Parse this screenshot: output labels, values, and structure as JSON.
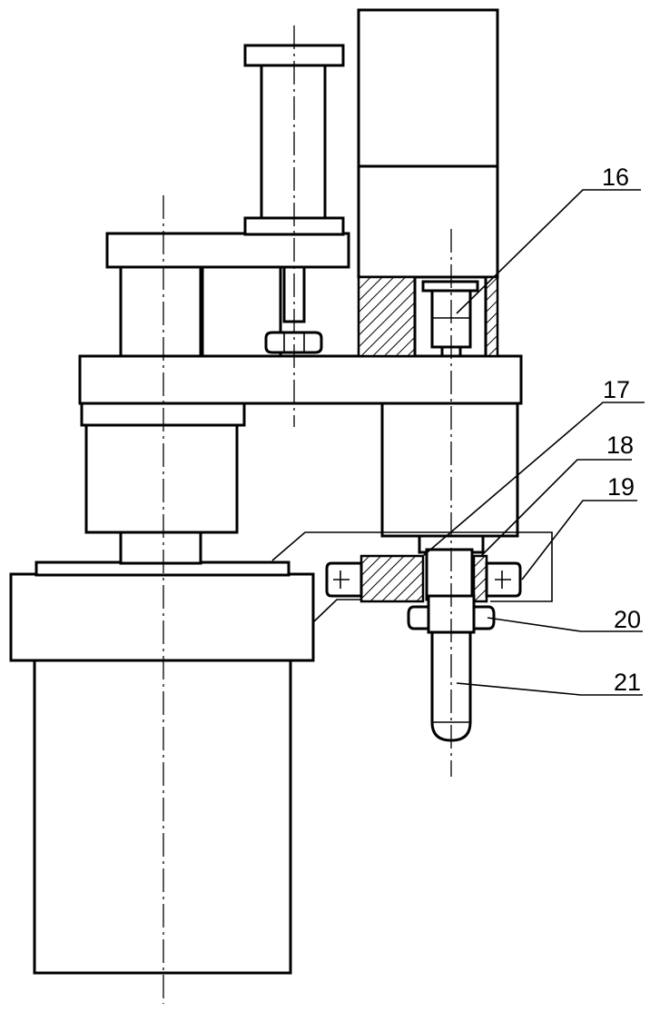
{
  "callouts": [
    {
      "key": "c16",
      "text": "16"
    },
    {
      "key": "c17",
      "text": "17"
    },
    {
      "key": "c18",
      "text": "18"
    },
    {
      "key": "c19",
      "text": "19"
    },
    {
      "key": "c20",
      "text": "20"
    },
    {
      "key": "c21",
      "text": "21"
    }
  ],
  "line_color": "#000000",
  "background_color": "#ffffff"
}
